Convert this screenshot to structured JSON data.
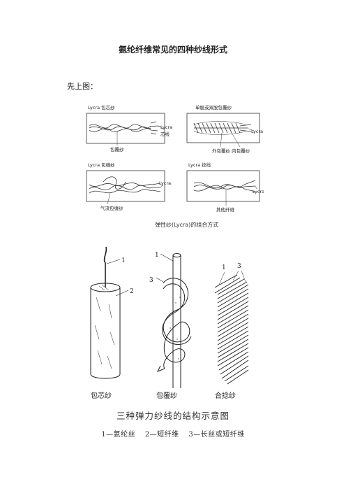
{
  "page": {
    "title": "氨纶纤维常见的四种纱线形式",
    "intro": "先上图："
  },
  "figure1": {
    "panels": {
      "core": {
        "top_label": "Lycra 包芯纱",
        "right_label_1": "Lycra",
        "right_label_2": "芯线",
        "bottom_label": "包覆纱"
      },
      "covered": {
        "top_label": "单股或双股包覆纱",
        "right_label": "Lycra",
        "bottom_label": "外包覆纱  内包覆纱"
      },
      "twist": {
        "top_label": "Lycra 包缠纱",
        "right_label": "Lycra",
        "bottom_label": "气流包缠纱"
      },
      "ply": {
        "top_label": "Lycra 捻线",
        "right_label": "Lycra",
        "bottom_label": "其他纤维"
      }
    },
    "caption": "弹性纱(Lycra)的组合方式"
  },
  "figure2": {
    "numbers": {
      "n1a": "1",
      "n2": "2",
      "n1b": "1",
      "n3a": "3",
      "n1c": "1",
      "n3b": "3"
    },
    "labels": {
      "a": "包芯纱",
      "b": "包覆纱",
      "c": "合捻纱"
    },
    "caption": "三种弹力纱线的结构示意图",
    "legend": [
      "1—氨纶丝",
      "2—短纤维",
      "3—长丝或短纤维"
    ]
  }
}
